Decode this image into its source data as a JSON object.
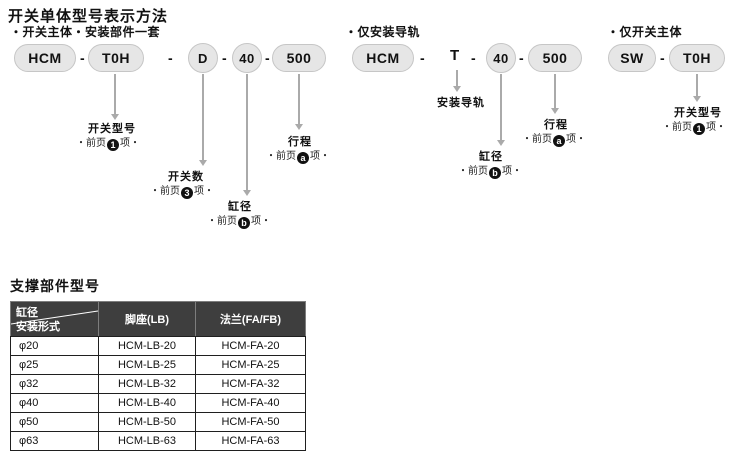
{
  "title": "开关单体型号表示方法",
  "separator": "-",
  "diagrams": {
    "d1": {
      "caption": "・开关主体・安装部件一套",
      "boxes": {
        "series": "HCM",
        "switch": "T0H",
        "qty": "D",
        "bore": "40",
        "stroke": "500"
      },
      "callouts": {
        "switch_model": {
          "label": "开关型号",
          "pre": "・前页",
          "badge": "1",
          "post": "项・"
        },
        "switch_qty": {
          "label": "开关数",
          "pre": "・前页",
          "badge": "3",
          "post": "项・"
        },
        "bore": {
          "label": "缸径",
          "pre": "・前页",
          "badge": "b",
          "post": "项・"
        },
        "stroke": {
          "label": "行程",
          "pre": "・前页",
          "badge": "a",
          "post": "项・"
        }
      }
    },
    "d2": {
      "caption": "・仅安装导轨",
      "boxes": {
        "series": "HCM",
        "rail": "T",
        "bore": "40",
        "stroke": "500"
      },
      "callouts": {
        "rail": {
          "label": "安装导轨"
        },
        "stroke": {
          "label": "行程",
          "pre": "・前页",
          "badge": "a",
          "post": "项・"
        },
        "bore": {
          "label": "缸径",
          "pre": "・前页",
          "badge": "b",
          "post": "项・"
        }
      }
    },
    "d3": {
      "caption": "・仅开关主体",
      "boxes": {
        "series": "SW",
        "switch": "T0H"
      },
      "callouts": {
        "switch_model": {
          "label": "开关型号",
          "pre": "・前页",
          "badge": "1",
          "post": "项・"
        }
      }
    }
  },
  "support_table": {
    "title": "支撑部件型号",
    "corner": {
      "top": "缸径",
      "bottom": "安装形式"
    },
    "columns": {
      "foot": "脚座(LB)",
      "flange": "法兰(FA/FB)"
    },
    "rows": [
      {
        "bore": "φ20",
        "foot": "HCM-LB-20",
        "flange": "HCM-FA-20"
      },
      {
        "bore": "φ25",
        "foot": "HCM-LB-25",
        "flange": "HCM-FA-25"
      },
      {
        "bore": "φ32",
        "foot": "HCM-LB-32",
        "flange": "HCM-FA-32"
      },
      {
        "bore": "φ40",
        "foot": "HCM-LB-40",
        "flange": "HCM-FA-40"
      },
      {
        "bore": "φ50",
        "foot": "HCM-LB-50",
        "flange": "HCM-FA-50"
      },
      {
        "bore": "φ63",
        "foot": "HCM-LB-63",
        "flange": "HCM-FA-63"
      }
    ]
  },
  "colors": {
    "box_fill": "#e6e6e6",
    "arrow": "#aaaaaa",
    "table_header_bg": "#3e3e3e",
    "badge_bg": "#111111"
  }
}
